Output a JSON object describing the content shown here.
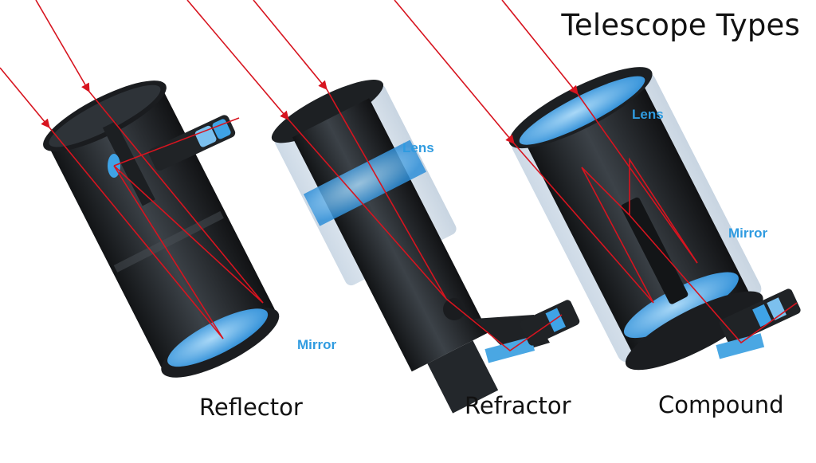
{
  "title": "Telescope Types",
  "telescopes": [
    {
      "name": "Reflector",
      "labels": {
        "mirror": "Mirror"
      }
    },
    {
      "name": "Refractor",
      "labels": {
        "lens": "Lens"
      }
    },
    {
      "name": "Compound",
      "labels": {
        "lens": "Lens",
        "mirror": "Mirror"
      }
    }
  ],
  "colors": {
    "ray": "#d7141f",
    "optic": "#3fa3e6",
    "tube": "#262a2e",
    "glass": "#dde9f4"
  }
}
